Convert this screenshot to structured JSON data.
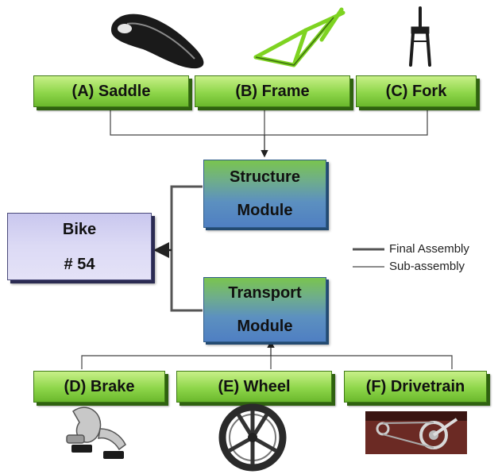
{
  "top_parts": [
    {
      "label": "(A) Saddle",
      "icon": "saddle-icon"
    },
    {
      "label": "(B) Frame",
      "icon": "frame-icon"
    },
    {
      "label": "(C) Fork",
      "icon": "fork-icon"
    }
  ],
  "modules": {
    "structure": {
      "line1": "Structure",
      "line2": "Module"
    },
    "transport": {
      "line1": "Transport",
      "line2": "Module"
    }
  },
  "product": {
    "line1": "Bike",
    "line2": "# 54"
  },
  "bottom_parts": [
    {
      "label": "(D) Brake",
      "icon": "brake-icon"
    },
    {
      "label": "(E) Wheel",
      "icon": "wheel-icon"
    },
    {
      "label": "(F) Drivetrain",
      "icon": "drivetrain-icon"
    }
  ],
  "legend": {
    "final_assembly": "Final Assembly",
    "sub_assembly": "Sub-assembly"
  },
  "colors": {
    "part_box": "#8ed64a",
    "module_box": "#5c90c0",
    "bike_box": "#dcdaf5",
    "frame_icon": "#7ed321",
    "saddle_icon": "#1a1a1a"
  }
}
